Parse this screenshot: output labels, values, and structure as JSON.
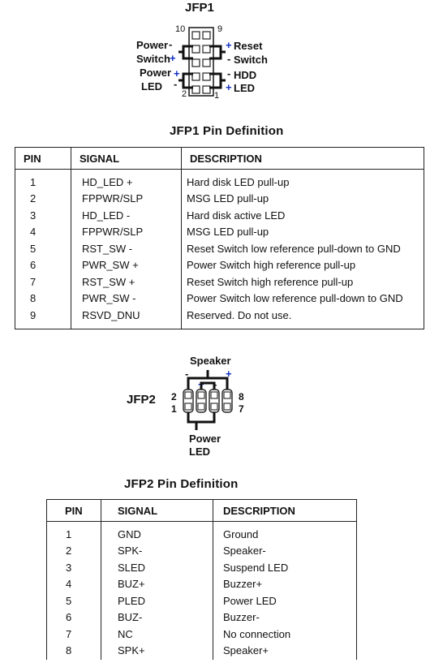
{
  "jfp1": {
    "title": "JFP1",
    "pin_top_left": "10",
    "pin_top_right": "9",
    "pin_bottom_left": "2",
    "pin_bottom_right": "1",
    "power_switch_line1": "Power",
    "power_switch_line2": "Switch",
    "power_led_line1": "Power",
    "power_led_line2": "LED",
    "reset_line1": "Reset",
    "reset_line2": "Switch",
    "hdd_line1": "HDD",
    "hdd_line2": "LED",
    "sign_minus": "-",
    "sign_plus": "+",
    "table_title": "JFP1 Pin Definition",
    "headers": [
      "PIN",
      "SIGNAL",
      "DESCRIPTION"
    ],
    "rows": [
      {
        "pin": "1",
        "signal": "HD_LED +",
        "description": "Hard disk LED pull-up"
      },
      {
        "pin": "2",
        "signal": "FPPWR/SLP",
        "description": "MSG LED pull-up"
      },
      {
        "pin": "3",
        "signal": "HD_LED -",
        "description": "Hard disk active LED"
      },
      {
        "pin": "4",
        "signal": "FPPWR/SLP",
        "description": "MSG LED pull-up"
      },
      {
        "pin": "5",
        "signal": "RST_SW -",
        "description": "Reset Switch low reference pull-down to GND"
      },
      {
        "pin": "6",
        "signal": "PWR_SW +",
        "description": "Power Switch high reference pull-up"
      },
      {
        "pin": "7",
        "signal": "RST_SW +",
        "description": "Reset Switch high reference pull-up"
      },
      {
        "pin": "8",
        "signal": "PWR_SW -",
        "description": "Power Switch low reference pull-down to GND"
      },
      {
        "pin": "9",
        "signal": "RSVD_DNU",
        "description": "Reserved. Do not use."
      }
    ]
  },
  "jfp2": {
    "title": "JFP2",
    "speaker_label": "Speaker",
    "power_led_line1": "Power",
    "power_led_line2": "LED",
    "pin_top_left": "2",
    "pin_bottom_left": "1",
    "pin_top_right": "8",
    "pin_bottom_right": "7",
    "sign_minus": "-",
    "sign_plus": "+",
    "table_title": "JFP2 Pin Definition",
    "headers": [
      "PIN",
      "SIGNAL",
      "DESCRIPTION"
    ],
    "rows": [
      {
        "pin": "1",
        "signal": "GND",
        "description": "Ground"
      },
      {
        "pin": "2",
        "signal": "SPK-",
        "description": "Speaker-"
      },
      {
        "pin": "3",
        "signal": "SLED",
        "description": "Suspend LED"
      },
      {
        "pin": "4",
        "signal": "BUZ+",
        "description": "Buzzer+"
      },
      {
        "pin": "5",
        "signal": "PLED",
        "description": "Power LED"
      },
      {
        "pin": "6",
        "signal": "BUZ-",
        "description": "Buzzer-"
      },
      {
        "pin": "7",
        "signal": "NC",
        "description": "No connection"
      },
      {
        "pin": "8",
        "signal": "SPK+",
        "description": "Speaker+"
      }
    ]
  },
  "colors": {
    "text": "#111111",
    "sign": "#1030c0",
    "line": "#222222"
  }
}
